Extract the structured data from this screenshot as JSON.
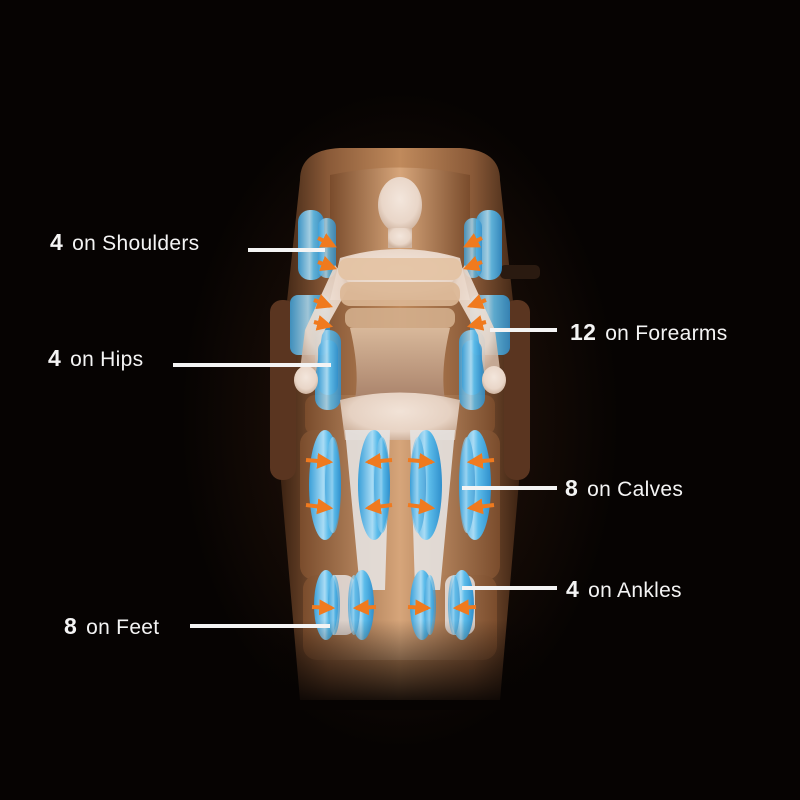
{
  "diagram": {
    "subject": "massage chair airbag coverage",
    "colors": {
      "background": "#060302",
      "chair": "#a8724a",
      "airbag": "#4fb3e6",
      "arrow": "#f07a1e",
      "label_text": "#f4f4f4"
    },
    "labels": [
      {
        "id": "shoulders",
        "count": "4",
        "text": "on Shoulders",
        "side": "left"
      },
      {
        "id": "hips",
        "count": "4",
        "text": "on Hips",
        "side": "left"
      },
      {
        "id": "feet",
        "count": "8",
        "text": "on Feet",
        "side": "left"
      },
      {
        "id": "forearms",
        "count": "12",
        "text": "on Forearms",
        "side": "right"
      },
      {
        "id": "calves",
        "count": "8",
        "text": "on Calves",
        "side": "right"
      },
      {
        "id": "ankles",
        "count": "4",
        "text": "on Ankles",
        "side": "right"
      }
    ]
  }
}
